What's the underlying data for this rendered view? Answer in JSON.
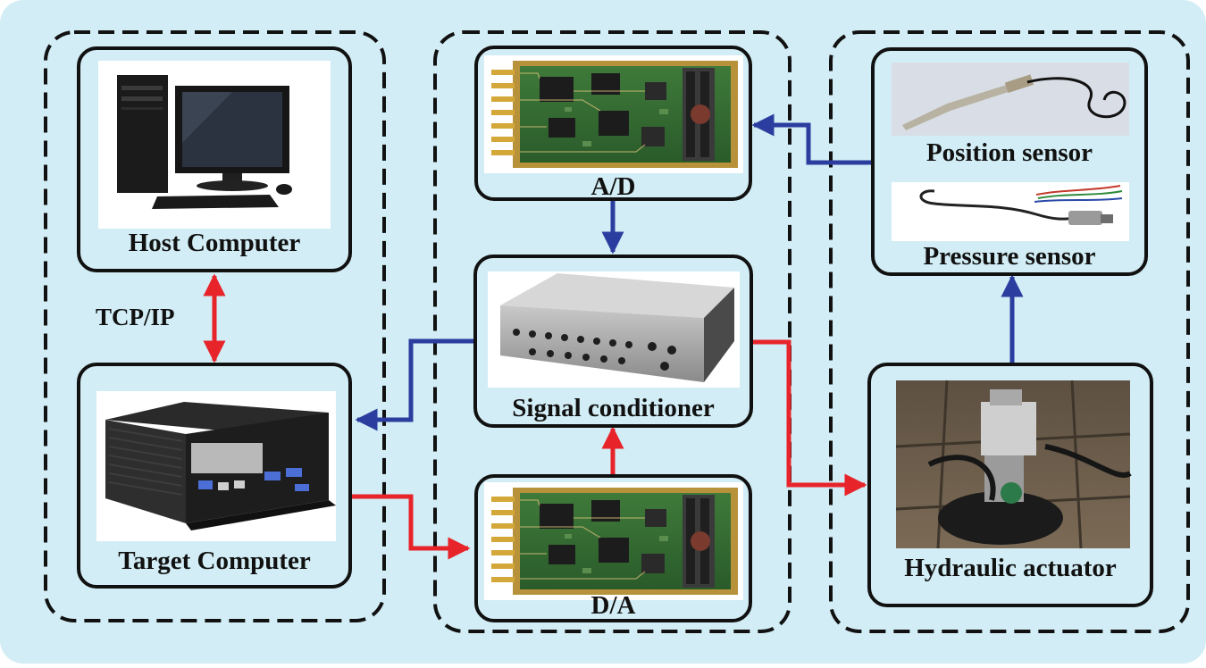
{
  "diagram": {
    "background_color": "#d2edf5",
    "forward_arrow_color": "#e8242b",
    "feedback_arrow_color": "#2b3d9e",
    "nodes": {
      "host_computer": "Host Computer",
      "target_computer": "Target Computer",
      "ad_card": "A/D",
      "signal_conditioner": "Signal conditioner",
      "da_card": "D/A",
      "position_sensor": "Position sensor",
      "pressure_sensor": "Pressure sensor",
      "hydraulic_actuator": "Hydraulic actuator"
    },
    "link_labels": {
      "host_target": "TCP/IP"
    },
    "icons": {
      "host_computer": "desktop-pc-icon",
      "target_computer": "industrial-pc-icon",
      "ad_card": "daq-card-icon",
      "da_card": "daq-card-icon",
      "signal_conditioner": "signal-conditioner-chassis-icon",
      "position_sensor": "position-sensor-icon",
      "pressure_sensor": "pressure-sensor-icon",
      "hydraulic_actuator": "hydraulic-actuator-icon"
    }
  }
}
